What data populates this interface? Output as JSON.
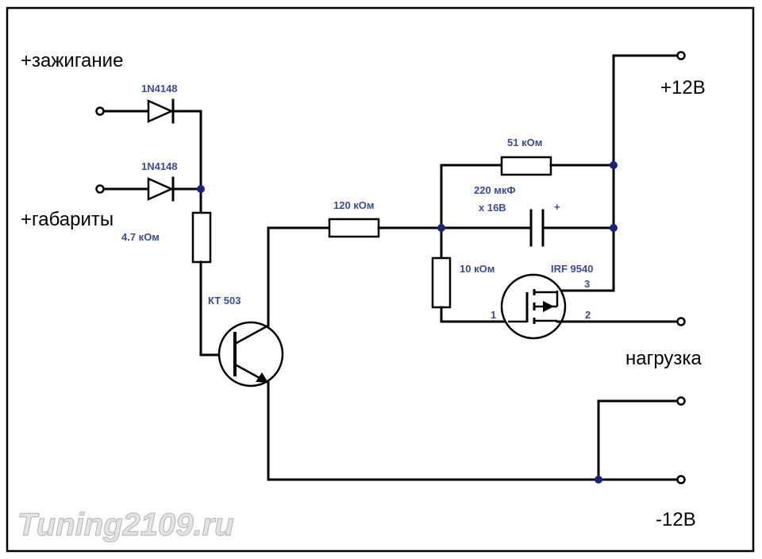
{
  "labels": {
    "ignition": "+зажигание",
    "markers": "+габариты",
    "plus12": "+12В",
    "load": "нагрузка",
    "minus12": "-12В"
  },
  "components": {
    "diode1": "1N4148",
    "diode2": "1N4148",
    "r_base": "4.7 кОм",
    "transistor": "КТ 503",
    "r_series": "120 кОм",
    "r_top": "51 кОм",
    "capacitor_line1": "220 мкФ",
    "capacitor_line2": "x 16В",
    "capacitor_polarity": "+",
    "r_gate": "10 кОм",
    "mosfet": "IRF 9540",
    "pin1": "1",
    "pin2": "2",
    "pin3": "3"
  },
  "watermark": "Tuning2109.ru",
  "colors": {
    "wire": "#000000",
    "junction": "#1a237e",
    "component_label": "#3a4aa0",
    "frame": "#000000"
  }
}
